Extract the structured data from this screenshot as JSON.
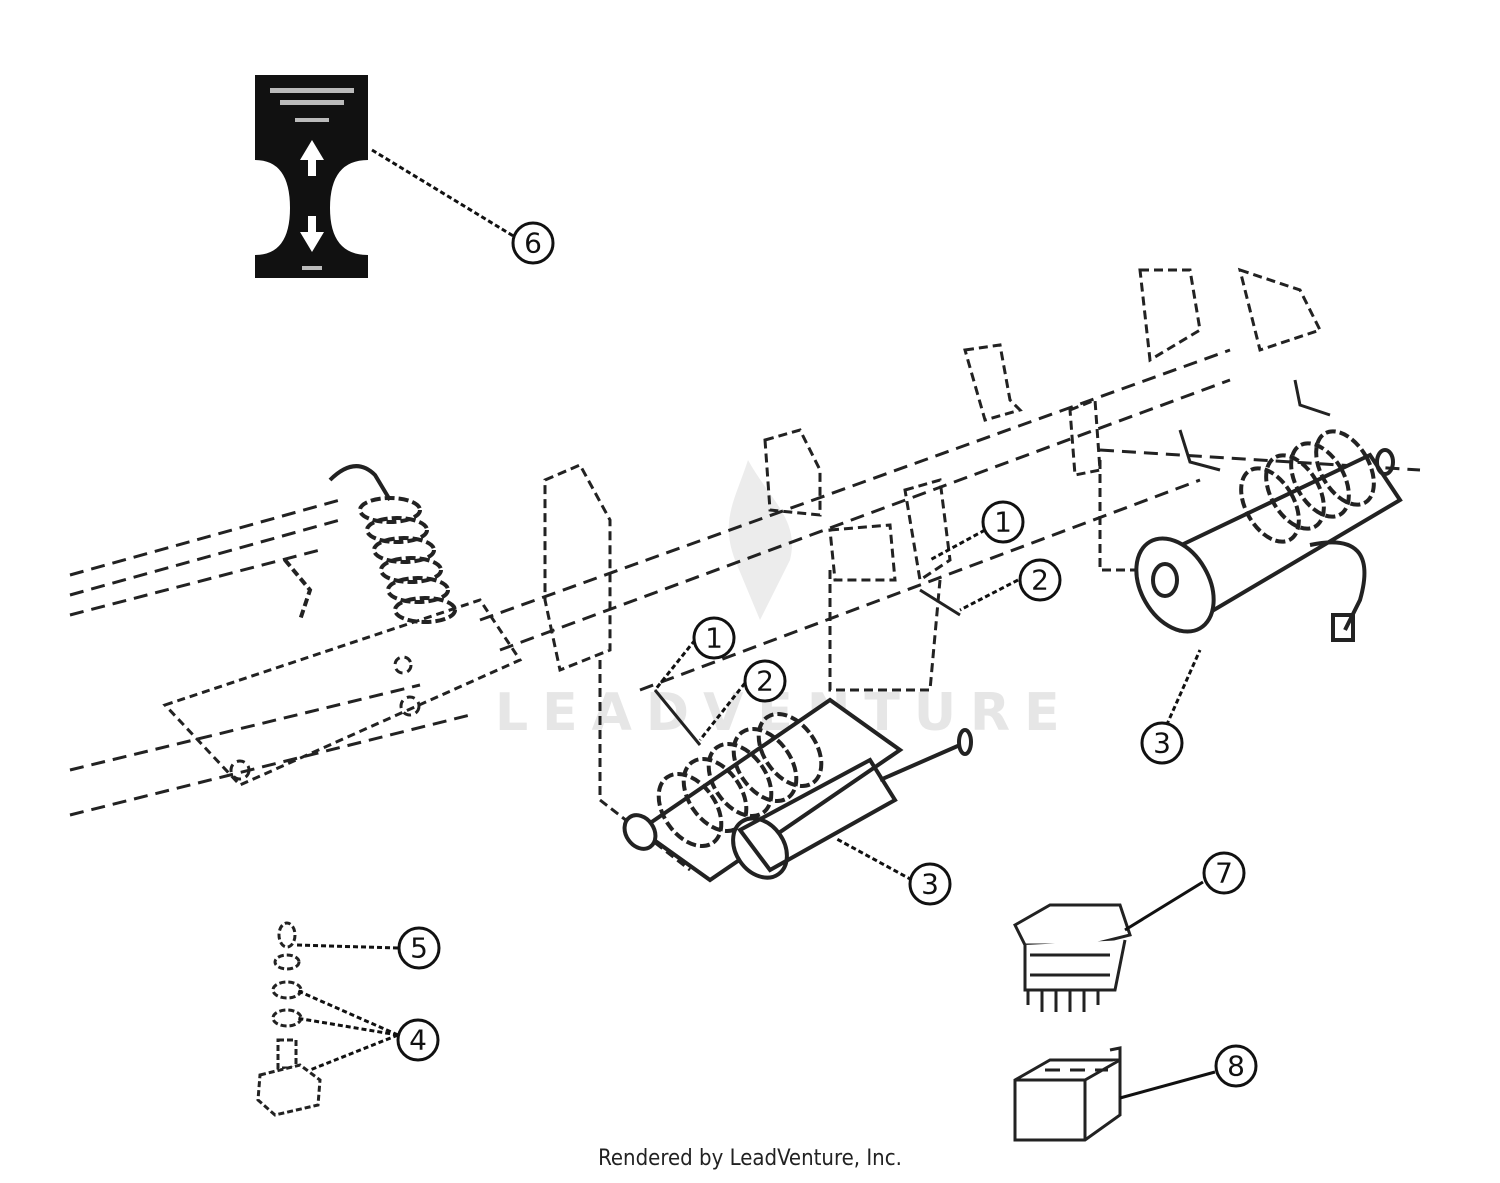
{
  "callouts": [
    {
      "label": "1"
    },
    {
      "label": "2"
    },
    {
      "label": "3"
    },
    {
      "label": "1"
    },
    {
      "label": "2"
    },
    {
      "label": "3"
    },
    {
      "label": "4"
    },
    {
      "label": "5"
    },
    {
      "label": "6"
    },
    {
      "label": "7"
    },
    {
      "label": "8"
    }
  ],
  "watermark": "LEADVENTURE",
  "footer": "Rendered by LeadVenture, Inc."
}
